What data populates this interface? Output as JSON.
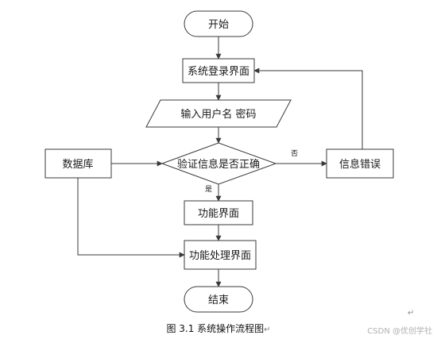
{
  "nodes": {
    "start": "开始",
    "login": "系统登录界面",
    "input": "输入用户名 密码",
    "verify": "验证信息是否正确",
    "database": "数据库",
    "error": "信息错误",
    "function": "功能界面",
    "process": "功能处理界面",
    "end": "结束"
  },
  "edges": {
    "no": "否",
    "yes": "是"
  },
  "caption": "图 3.1  系统操作流程图",
  "caption_mark": "↵",
  "para_mark": "↵",
  "watermark": "CSDN @优创学社"
}
